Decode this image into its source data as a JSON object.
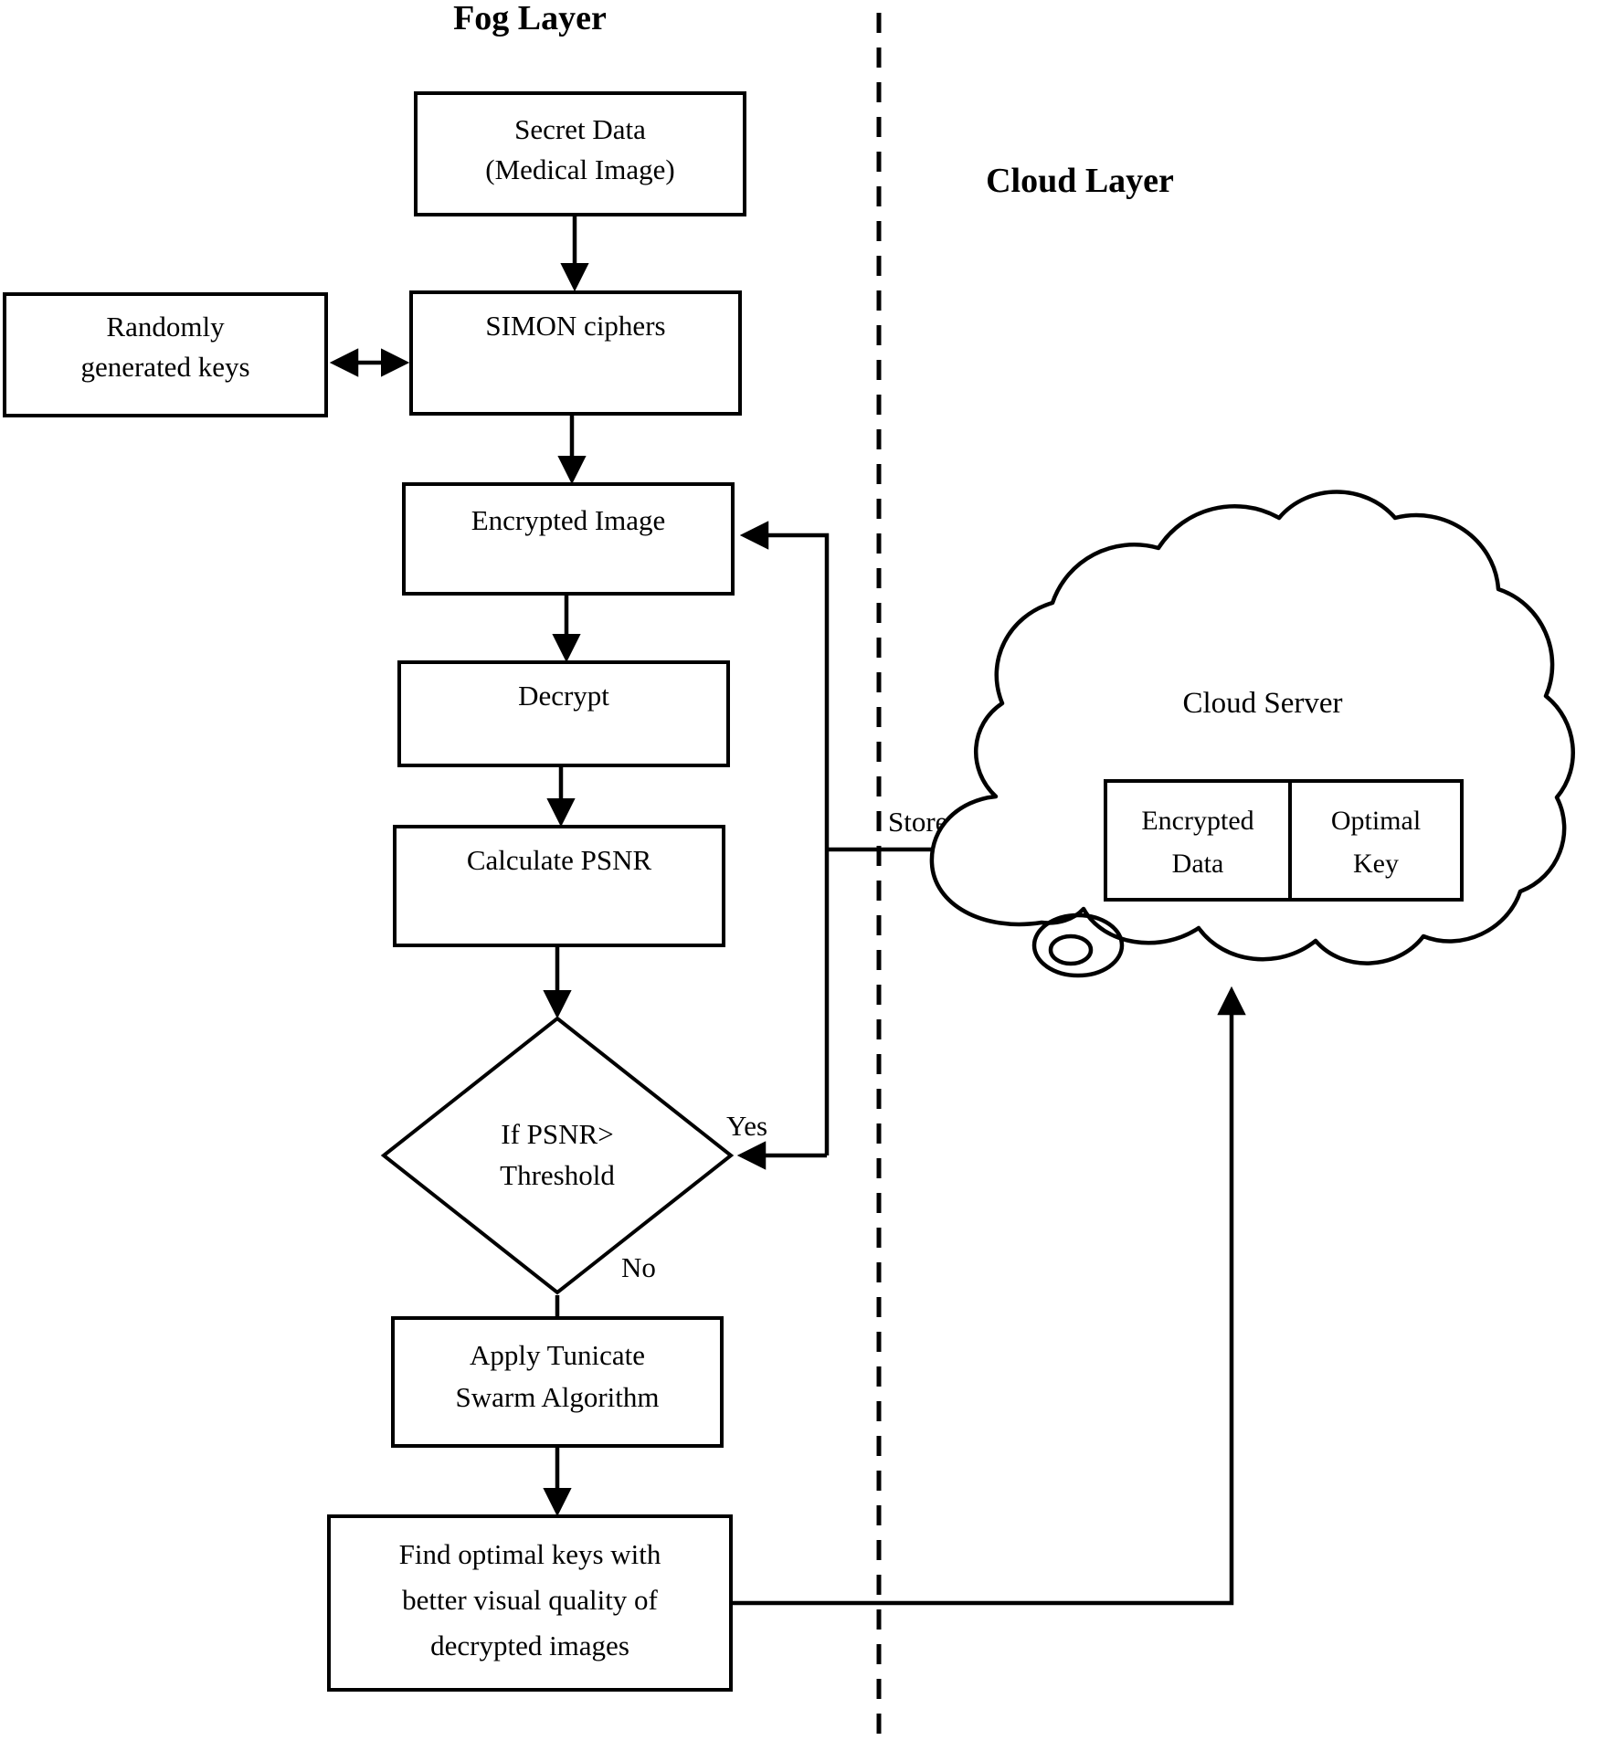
{
  "figure": {
    "type": "flowchart",
    "title_left": "Fog Layer",
    "title_right": "Cloud Layer"
  },
  "fog_layer": {
    "title": "Fog Layer",
    "nodes": [
      {
        "id": "secret-data",
        "shape": "rectangle",
        "lines": [
          "Secret Data",
          "(Medical Image)"
        ]
      },
      {
        "id": "random-keys",
        "shape": "rectangle",
        "lines": [
          "Randomly",
          "generated keys"
        ]
      },
      {
        "id": "simon-ciphers",
        "shape": "rectangle",
        "lines": [
          "SIMON ciphers"
        ]
      },
      {
        "id": "encrypted-image",
        "shape": "rectangle",
        "lines": [
          "Encrypted Image"
        ]
      },
      {
        "id": "decrypt",
        "shape": "rectangle",
        "lines": [
          "Decrypt"
        ]
      },
      {
        "id": "calculate-psnr",
        "shape": "rectangle",
        "lines": [
          "Calculate PSNR"
        ]
      },
      {
        "id": "psnr-decision",
        "shape": "diamond",
        "lines": [
          "If PSNR>",
          "Threshold"
        ]
      },
      {
        "id": "tunicate-swarm",
        "shape": "rectangle",
        "lines": [
          "Apply Tunicate",
          "Swarm Algorithm"
        ]
      },
      {
        "id": "find-optimal-keys",
        "shape": "rectangle",
        "lines": [
          "Find optimal keys with",
          "better visual quality of",
          "decrypted images"
        ]
      }
    ]
  },
  "cloud_layer": {
    "title": "Cloud Layer",
    "server": {
      "label": "Cloud Server",
      "cells": [
        {
          "id": "encrypted-data-cell",
          "lines": [
            "Encrypted",
            "Data"
          ]
        },
        {
          "id": "optimal-key-cell",
          "lines": [
            "Optimal",
            "Key"
          ]
        }
      ]
    }
  },
  "edge_labels": {
    "yes": "Yes",
    "no": "No",
    "store": "Store"
  },
  "colors": {
    "stroke": "#000000",
    "fill": "#ffffff",
    "background": "#ffffff"
  }
}
